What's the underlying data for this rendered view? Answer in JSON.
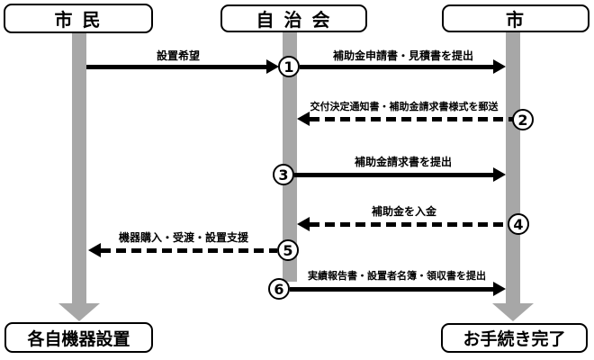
{
  "diagram": {
    "title": "subsidy-application-flow",
    "actors": [
      {
        "id": "citizen",
        "label": "市 民"
      },
      {
        "id": "association",
        "label": "自 治 会"
      },
      {
        "id": "city",
        "label": "市"
      }
    ],
    "messages": [
      {
        "num": "",
        "label": "設置希望",
        "from": "citizen",
        "to": "association",
        "style": "solid"
      },
      {
        "num": "1",
        "label": "補助金申請書・見積書を提出",
        "from": "association",
        "to": "city",
        "style": "solid"
      },
      {
        "num": "2",
        "label": "交付決定通知書・補助金請求書様式を郵送",
        "from": "city",
        "to": "association",
        "style": "dashed"
      },
      {
        "num": "3",
        "label": "補助金請求書を提出",
        "from": "association",
        "to": "city",
        "style": "solid"
      },
      {
        "num": "4",
        "label": "補助金を入金",
        "from": "city",
        "to": "association",
        "style": "dashed"
      },
      {
        "num": "5",
        "label": "機器購入・受渡・設置支援",
        "from": "association",
        "to": "citizen",
        "style": "dashed"
      },
      {
        "num": "6",
        "label": "実績報告書・設置者名簿・領収書を提出",
        "from": "association",
        "to": "city",
        "style": "solid"
      }
    ],
    "end_states": [
      {
        "under": "citizen",
        "label": "各自機器設置"
      },
      {
        "under": "city",
        "label": "お手続き完了"
      }
    ],
    "colors": {
      "lifeline": "#a7a7a7",
      "line": "#000000",
      "box_background": "#ffffff",
      "box_border": "#000000"
    }
  }
}
